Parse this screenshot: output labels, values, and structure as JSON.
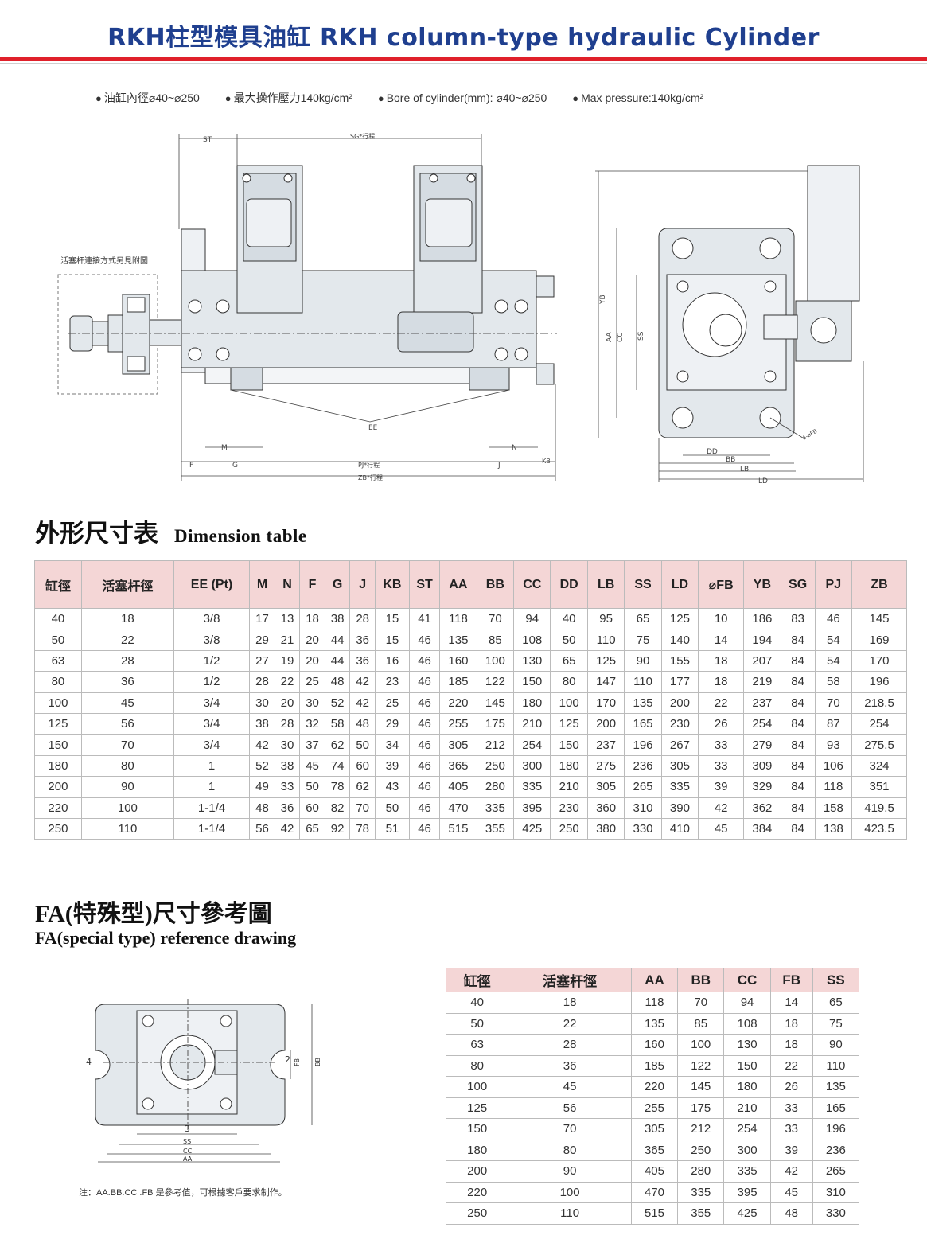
{
  "page": {
    "title": "RKH柱型模具油缸 RKH column-type hydraulic Cylinder",
    "specs": [
      "油缸內徑⌀40~⌀250",
      "最大操作壓力140kg/cm²",
      "Bore of cylinder(mm): ⌀40~⌀250",
      "Max pressure:140kg/cm²"
    ]
  },
  "drawing": {
    "piston_note": "活塞杆連接方式另見附圖",
    "labels": {
      "st": "ST",
      "sg": "SG*行程",
      "ee": "EE",
      "m": "M",
      "n": "N",
      "f": "F",
      "g": "G",
      "j": "J",
      "kb": "KB",
      "pj": "PJ*行程",
      "zb": "ZB*行程",
      "yb": "YB",
      "aa": "AA",
      "cc": "CC",
      "ss": "SS",
      "dd": "DD",
      "bb": "BB",
      "lb": "LB",
      "ld": "LD",
      "fb": "4-⌀FB"
    }
  },
  "dimension_section": {
    "title_cn": "外形尺寸表",
    "title_en": "Dimension table",
    "headers": [
      "缸徑",
      "活塞杆徑",
      "EE (Pt)",
      "M",
      "N",
      "F",
      "G",
      "J",
      "KB",
      "ST",
      "AA",
      "BB",
      "CC",
      "DD",
      "LB",
      "SS",
      "LD",
      "⌀FB",
      "YB",
      "SG",
      "PJ",
      "ZB"
    ],
    "rows": [
      [
        "40",
        "18",
        "3/8",
        "17",
        "13",
        "18",
        "38",
        "28",
        "15",
        "41",
        "118",
        "70",
        "94",
        "40",
        "95",
        "65",
        "125",
        "10",
        "186",
        "83",
        "46",
        "145"
      ],
      [
        "50",
        "22",
        "3/8",
        "29",
        "21",
        "20",
        "44",
        "36",
        "15",
        "46",
        "135",
        "85",
        "108",
        "50",
        "110",
        "75",
        "140",
        "14",
        "194",
        "84",
        "54",
        "169"
      ],
      [
        "63",
        "28",
        "1/2",
        "27",
        "19",
        "20",
        "44",
        "36",
        "16",
        "46",
        "160",
        "100",
        "130",
        "65",
        "125",
        "90",
        "155",
        "18",
        "207",
        "84",
        "54",
        "170"
      ],
      [
        "80",
        "36",
        "1/2",
        "28",
        "22",
        "25",
        "48",
        "42",
        "23",
        "46",
        "185",
        "122",
        "150",
        "80",
        "147",
        "110",
        "177",
        "18",
        "219",
        "84",
        "58",
        "196"
      ],
      [
        "100",
        "45",
        "3/4",
        "30",
        "20",
        "30",
        "52",
        "42",
        "25",
        "46",
        "220",
        "145",
        "180",
        "100",
        "170",
        "135",
        "200",
        "22",
        "237",
        "84",
        "70",
        "218.5"
      ],
      [
        "125",
        "56",
        "3/4",
        "38",
        "28",
        "32",
        "58",
        "48",
        "29",
        "46",
        "255",
        "175",
        "210",
        "125",
        "200",
        "165",
        "230",
        "26",
        "254",
        "84",
        "87",
        "254"
      ],
      [
        "150",
        "70",
        "3/4",
        "42",
        "30",
        "37",
        "62",
        "50",
        "34",
        "46",
        "305",
        "212",
        "254",
        "150",
        "237",
        "196",
        "267",
        "33",
        "279",
        "84",
        "93",
        "275.5"
      ],
      [
        "180",
        "80",
        "1",
        "52",
        "38",
        "45",
        "74",
        "60",
        "39",
        "46",
        "365",
        "250",
        "300",
        "180",
        "275",
        "236",
        "305",
        "33",
        "309",
        "84",
        "106",
        "324"
      ],
      [
        "200",
        "90",
        "1",
        "49",
        "33",
        "50",
        "78",
        "62",
        "43",
        "46",
        "405",
        "280",
        "335",
        "210",
        "305",
        "265",
        "335",
        "39",
        "329",
        "84",
        "118",
        "351"
      ],
      [
        "220",
        "100",
        "1-1/4",
        "48",
        "36",
        "60",
        "82",
        "70",
        "50",
        "46",
        "470",
        "335",
        "395",
        "230",
        "360",
        "310",
        "390",
        "42",
        "362",
        "84",
        "158",
        "419.5"
      ],
      [
        "250",
        "110",
        "1-1/4",
        "56",
        "42",
        "65",
        "92",
        "78",
        "51",
        "46",
        "515",
        "355",
        "425",
        "250",
        "380",
        "330",
        "410",
        "45",
        "384",
        "84",
        "138",
        "423.5"
      ]
    ]
  },
  "fa_section": {
    "title_cn": "FA(特殊型)尺寸參考圖",
    "title_en": "FA(special type) reference drawing",
    "labels": {
      "l4": "4",
      "l2": "2",
      "l3": "3",
      "fb": "FB",
      "bb": "BB",
      "ss": "SS",
      "cc": "CC",
      "aa": "AA"
    },
    "note": "注：AA.BB.CC .FB 是參考值，可根據客戶要求制作。",
    "headers": [
      "缸徑",
      "活塞杆徑",
      "AA",
      "BB",
      "CC",
      "FB",
      "SS"
    ],
    "rows": [
      [
        "40",
        "18",
        "118",
        "70",
        "94",
        "14",
        "65"
      ],
      [
        "50",
        "22",
        "135",
        "85",
        "108",
        "18",
        "75"
      ],
      [
        "63",
        "28",
        "160",
        "100",
        "130",
        "18",
        "90"
      ],
      [
        "80",
        "36",
        "185",
        "122",
        "150",
        "22",
        "110"
      ],
      [
        "100",
        "45",
        "220",
        "145",
        "180",
        "26",
        "135"
      ],
      [
        "125",
        "56",
        "255",
        "175",
        "210",
        "33",
        "165"
      ],
      [
        "150",
        "70",
        "305",
        "212",
        "254",
        "33",
        "196"
      ],
      [
        "180",
        "80",
        "365",
        "250",
        "300",
        "39",
        "236"
      ],
      [
        "200",
        "90",
        "405",
        "280",
        "335",
        "42",
        "265"
      ],
      [
        "220",
        "100",
        "470",
        "335",
        "395",
        "45",
        "310"
      ],
      [
        "250",
        "110",
        "515",
        "355",
        "425",
        "48",
        "330"
      ]
    ]
  }
}
